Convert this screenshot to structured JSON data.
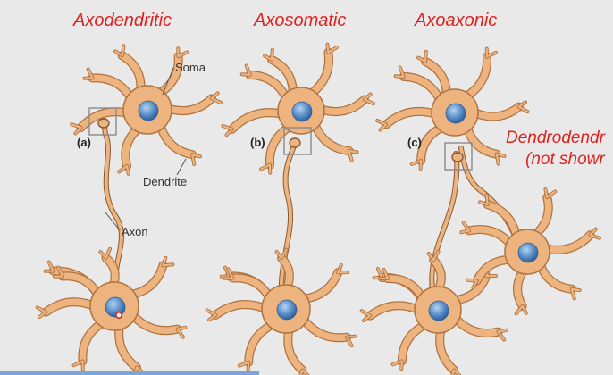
{
  "titles": {
    "axodendritic": "Axodendritic",
    "axosomatic": "Axosomatic",
    "axoaxonic": "Axoaxonic",
    "dendrodendritic_line1": "Dendrodendr",
    "dendrodendritic_line2": "(not showr"
  },
  "panel_labels": {
    "a": "(a)",
    "b": "(b)",
    "c": "(c)"
  },
  "parts": {
    "soma": "Soma",
    "dendrite": "Dendrite",
    "axon": "Axon"
  },
  "colors": {
    "background": "#e9e9ea",
    "title": "#e0221e",
    "cell_fill": "#eeb47f",
    "cell_stroke": "#b0723f",
    "nucleus": "#5f93cc",
    "box": "#8a8a8a"
  }
}
